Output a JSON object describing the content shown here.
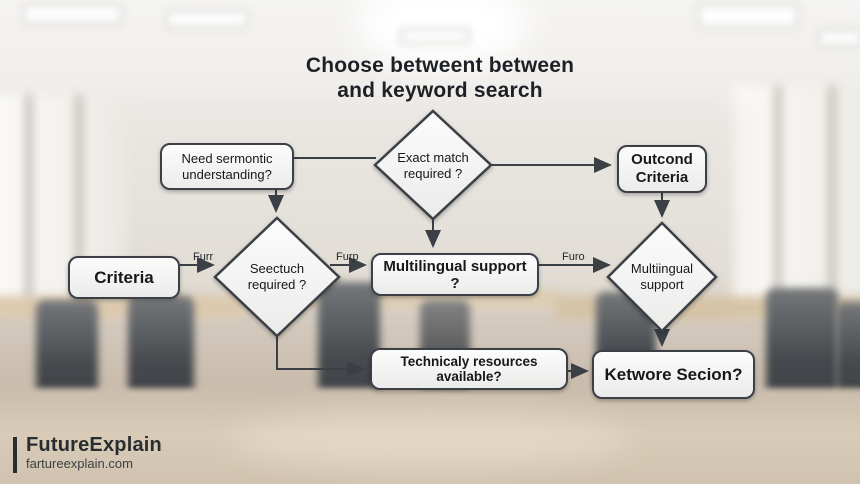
{
  "title": {
    "line1": "Choose betweent between",
    "line2": "and keyword search"
  },
  "nodes": {
    "need_semantic": {
      "line1": "Need sermontic",
      "line2": "understanding?"
    },
    "exact_match": {
      "line1": "Exact match",
      "line2": "required ?"
    },
    "outcond": {
      "line1": "Outcond",
      "line2": "Criteria"
    },
    "criteria": {
      "label": "Criteria"
    },
    "seectuch": {
      "line1": "Seectuch",
      "line2": "required ?"
    },
    "multilingual_q": {
      "label": "Multilingual support ?"
    },
    "multilingual_d": {
      "line1": "Multiingual",
      "line2": "support"
    },
    "tech": {
      "label": "Technicaly resources available?"
    },
    "ketwore": {
      "label": "Ketwore Secion?"
    }
  },
  "edges": {
    "label1": "Furr",
    "label2": "Furp",
    "label3": "Furo"
  },
  "watermark": {
    "brand": "FutureExplain",
    "domain": "fartureexplain.com"
  },
  "colors": {
    "connector": "#3a4046",
    "node_border": "#3a4046",
    "node_fill_top": "#fcfcfc",
    "node_fill_bottom": "#ebebea",
    "title_text": "#1d2125",
    "watermark_text": "#2a2d30"
  }
}
